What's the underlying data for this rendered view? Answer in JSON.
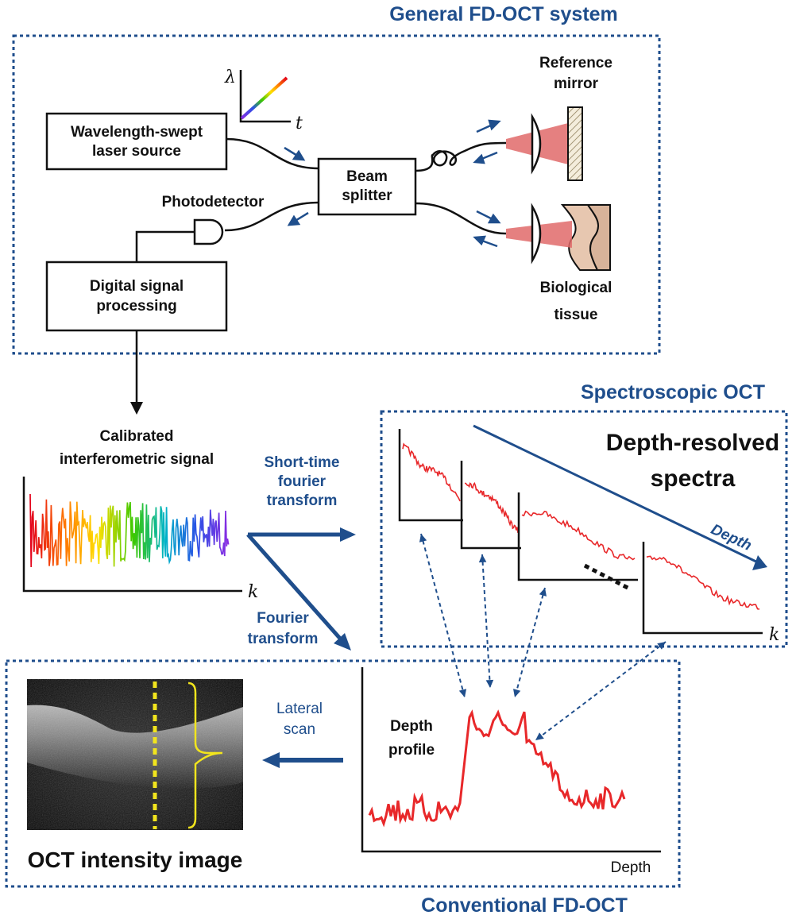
{
  "titles": {
    "system": "General FD-OCT system",
    "spectroscopic": "Spectroscopic OCT",
    "conventional": "Conventional FD-OCT"
  },
  "system": {
    "laser_line1": "Wavelength-swept",
    "laser_line2": "laser source",
    "splitter_line1": "Beam",
    "splitter_line2": "splitter",
    "photodetector": "Photodetector",
    "dsp_line1": "Digital signal",
    "dsp_line2": "processing",
    "reference_line1": "Reference",
    "reference_line2": "mirror",
    "tissue_line1": "Biological",
    "tissue_line2": "tissue",
    "sweep_y_symbol": "λ",
    "sweep_x_symbol": "t"
  },
  "signal": {
    "label_line1": "Calibrated",
    "label_line2": "interferometric signal",
    "axis_symbol": "k"
  },
  "transforms": {
    "stft_line1": "Short-time",
    "stft_line2": "fourier",
    "stft_line3": "transform",
    "ft_line1": "Fourier",
    "ft_line2": "transform",
    "lateral_line1": "Lateral",
    "lateral_line2": "scan"
  },
  "spectro": {
    "title_line1": "Depth-resolved",
    "title_line2": "spectra",
    "depth_label": "Depth",
    "axis_symbol": "k"
  },
  "conventional": {
    "profile_line1": "Depth",
    "profile_line2": "profile",
    "x_label": "Depth",
    "image_label": "OCT intensity image"
  },
  "colors": {
    "accent_blue": "#1f4e8c",
    "spectrum_red": "#e8282a",
    "beam_red": "#e06a6a",
    "bracket_yellow": "#f2e51d"
  }
}
